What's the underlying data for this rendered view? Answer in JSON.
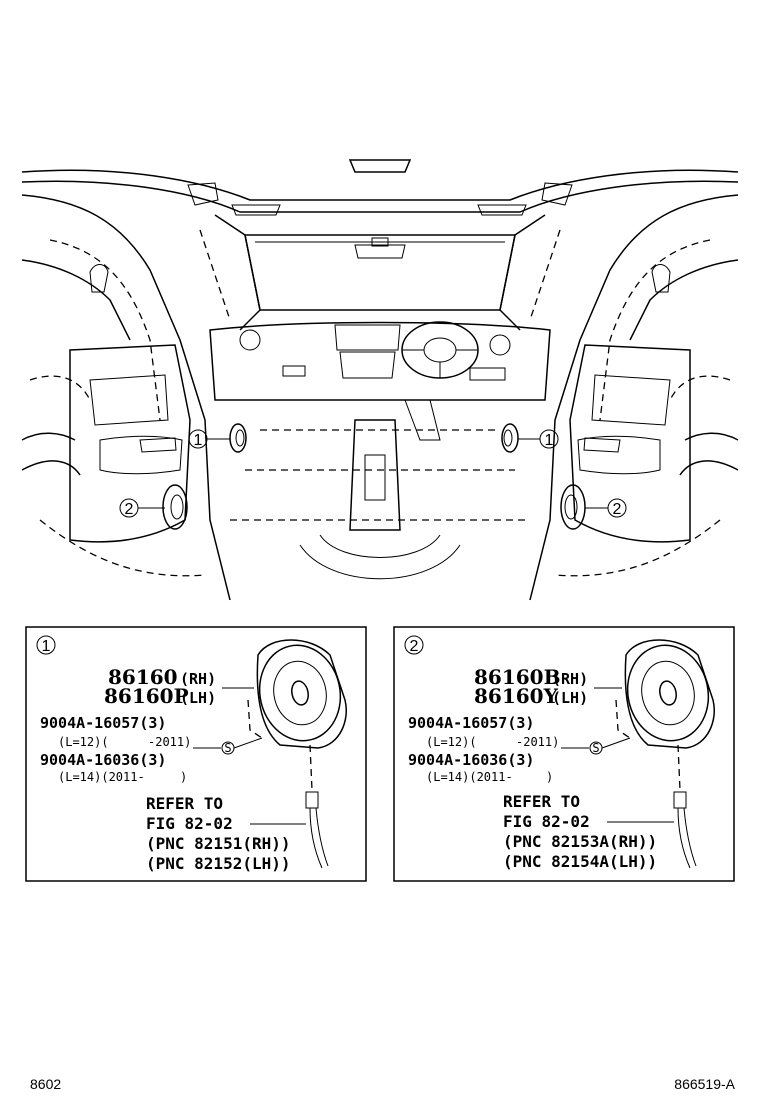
{
  "callouts": {
    "one": "1",
    "two": "2"
  },
  "panel_1": {
    "badge": "1",
    "part_a": {
      "number": "86160",
      "side": "(RH)"
    },
    "part_b": {
      "number": "86160P",
      "side": "(LH)"
    },
    "screw_a": {
      "number": "9004A-16057(3)",
      "note_left": "(L=12)(",
      "note_right": "-2011)"
    },
    "screw_b": {
      "number": "9004A-16036(3)",
      "note_left": "(L=14)(2011-",
      "note_right": ")"
    },
    "screw_symbol": "S",
    "refer": [
      "REFER TO",
      "FIG 82-02",
      "(PNC 82151(RH))",
      "(PNC 82152(LH))"
    ]
  },
  "panel_2": {
    "badge": "2",
    "part_a": {
      "number": "86160B",
      "side": "(RH)"
    },
    "part_b": {
      "number": "86160Y",
      "side": "(LH)"
    },
    "screw_a": {
      "number": "9004A-16057(3)",
      "note_left": "(L=12)(",
      "note_right": "-2011)"
    },
    "screw_b": {
      "number": "9004A-16036(3)",
      "note_left": "(L=14)(2011-",
      "note_right": ")"
    },
    "screw_symbol": "S",
    "refer": [
      "REFER TO",
      "FIG 82-02",
      "(PNC 82153A(RH))",
      "(PNC 82154A(LH))"
    ]
  },
  "footer": {
    "left": "8602",
    "right": "866519-A"
  }
}
